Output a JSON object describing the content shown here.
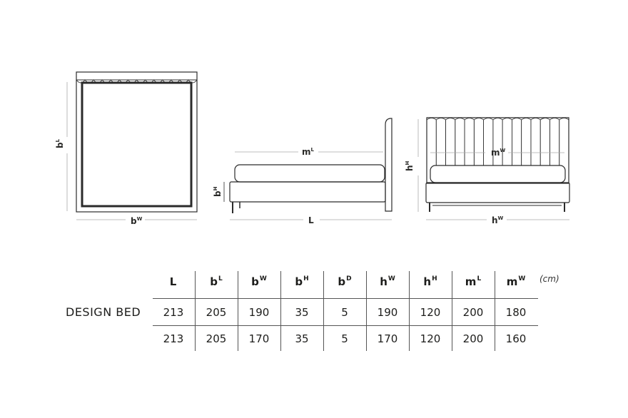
{
  "diagram": {
    "top_view": {
      "length_label": "b",
      "length_sup": "L",
      "width_label": "b",
      "width_sup": "W"
    },
    "side_view": {
      "mattress_label": "m",
      "mattress_sup": "L",
      "height_label": "b",
      "height_sup": "H",
      "length_label": "L"
    },
    "front_view": {
      "mattress_label": "m",
      "mattress_sup": "W",
      "height_label": "h",
      "height_sup": "H",
      "width_label": "h",
      "width_sup": "W"
    },
    "headboard_panels": 15,
    "scallops": 14
  },
  "table": {
    "unit": "(cm)",
    "product_name": "DESIGN BED",
    "columns": [
      {
        "base": "L",
        "sup": ""
      },
      {
        "base": "b",
        "sup": "L"
      },
      {
        "base": "b",
        "sup": "W"
      },
      {
        "base": "b",
        "sup": "H"
      },
      {
        "base": "b",
        "sup": "D"
      },
      {
        "base": "h",
        "sup": "W"
      },
      {
        "base": "h",
        "sup": "H"
      },
      {
        "base": "m",
        "sup": "L"
      },
      {
        "base": "m",
        "sup": "W"
      }
    ],
    "rows": [
      [
        "213",
        "205",
        "190",
        "35",
        "5",
        "190",
        "120",
        "200",
        "180"
      ],
      [
        "213",
        "205",
        "170",
        "35",
        "5",
        "170",
        "120",
        "200",
        "160"
      ]
    ]
  }
}
